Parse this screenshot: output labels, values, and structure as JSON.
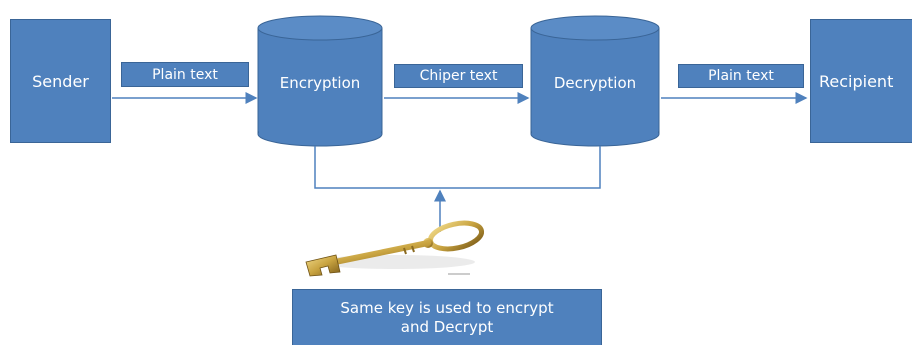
{
  "nodes": {
    "sender": "Sender",
    "encryption": "Encryption",
    "decryption": "Decryption",
    "recipient": "Recipient"
  },
  "edges": {
    "plain_text_1": "Plain text",
    "cipher_text": "Chiper text",
    "plain_text_2": "Plain text"
  },
  "key_caption": {
    "line1": "Same key is used to encrypt",
    "line2": "and Decrypt"
  },
  "colors": {
    "shape_fill": "#4f81bd",
    "shape_stroke": "#3a6597",
    "text": "#ffffff"
  },
  "icons": {
    "key": "golden-skeleton-key-icon"
  }
}
